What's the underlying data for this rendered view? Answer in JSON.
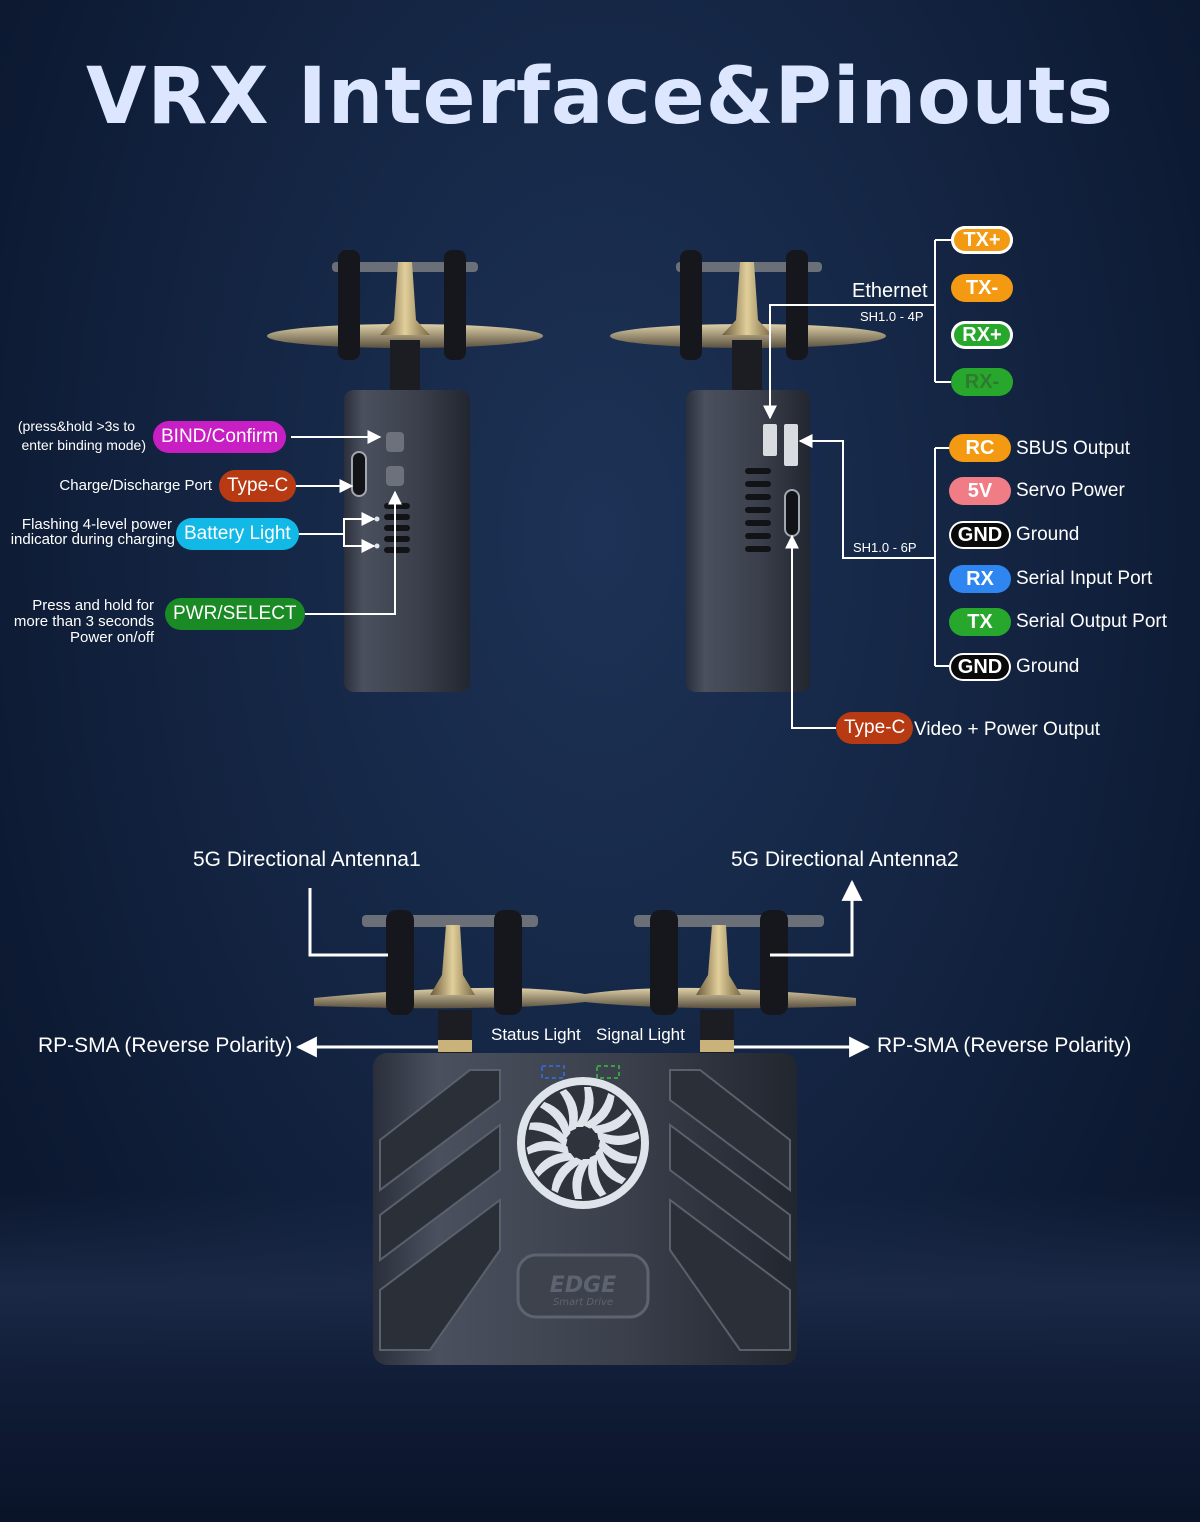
{
  "title": "VRX Interface&Pinouts",
  "left_device": {
    "bind": {
      "note_line1": "(press&hold >3s to",
      "note_line2": "enter binding mode)",
      "pill": "BIND/Confirm",
      "color": "#c81fc4"
    },
    "typec": {
      "note": "Charge/Discharge Port",
      "pill": "Type-C",
      "color": "#b83a12"
    },
    "battery": {
      "note_line1": "Flashing 4-level power",
      "note_line2": "indicator during charging",
      "pill": "Battery Light",
      "color": "#12b8e6"
    },
    "power": {
      "note_line1": "Press and hold for",
      "note_line2": "more than 3 seconds",
      "note_line3": "Power on/off",
      "pill": "PWR/SELECT",
      "color": "#1a8a24"
    }
  },
  "right_device": {
    "ethernet": {
      "label": "Ethernet",
      "connector": "SH1.0 - 4P",
      "pins": [
        {
          "name": "TX+",
          "bg": "#f39a12",
          "text": "#ffffff",
          "outline": true
        },
        {
          "name": "TX-",
          "bg": "#f39a12",
          "text": "#ffffff",
          "outline": false
        },
        {
          "name": "RX+",
          "bg": "#27a82d",
          "text": "#ffffff",
          "outline": true
        },
        {
          "name": "RX-",
          "bg": "#27a82d",
          "text": "#2f7a2f",
          "outline": false
        }
      ]
    },
    "sbus": {
      "connector": "SH1.0 - 6P",
      "pins": [
        {
          "name": "RC",
          "desc": "SBUS Output",
          "bg": "#f39a12"
        },
        {
          "name": "5V",
          "desc": "Servo Power",
          "bg": "#f07d86"
        },
        {
          "name": "GND",
          "desc": "Ground",
          "bg": "#0a0a0a"
        },
        {
          "name": "RX",
          "desc": "Serial Input Port",
          "bg": "#2f86f0"
        },
        {
          "name": "TX",
          "desc": "Serial Output Port",
          "bg": "#27a82d"
        },
        {
          "name": "GND",
          "desc": "Ground",
          "bg": "#0a0a0a"
        }
      ]
    },
    "typec": {
      "pill": "Type-C",
      "desc": "Video + Power Output",
      "color": "#b83a12"
    }
  },
  "bottom_device": {
    "antenna1": "5G Directional Antenna1",
    "antenna2": "5G Directional Antenna2",
    "rpsma_left": "RP-SMA (Reverse Polarity)",
    "rpsma_right": "RP-SMA (Reverse Polarity)",
    "status_light": "Status Light",
    "signal_light": "Signal Light",
    "status_color": "#2f6ff0",
    "signal_color": "#35c23a",
    "logo_main": "EDGE",
    "logo_sub": "Smart Drive"
  }
}
